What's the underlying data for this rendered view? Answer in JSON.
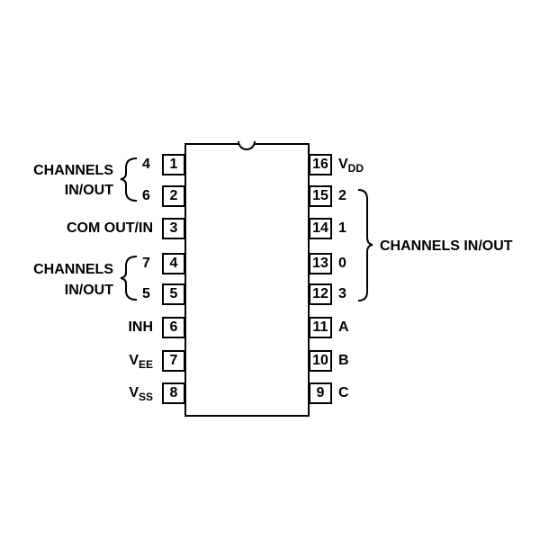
{
  "left_pins": [
    {
      "number": "1",
      "label": "4"
    },
    {
      "number": "2",
      "label": "6"
    },
    {
      "number": "3",
      "label": "COM OUT/IN"
    },
    {
      "number": "4",
      "label": "7"
    },
    {
      "number": "5",
      "label": "5"
    },
    {
      "number": "6",
      "label": "INH"
    },
    {
      "number": "7",
      "label": "V",
      "sub": "EE"
    },
    {
      "number": "8",
      "label": "V",
      "sub": "SS"
    }
  ],
  "right_pins": [
    {
      "number": "16",
      "label": "V",
      "sub": "DD"
    },
    {
      "number": "15",
      "label": "2"
    },
    {
      "number": "14",
      "label": "1"
    },
    {
      "number": "13",
      "label": "0"
    },
    {
      "number": "12",
      "label": "3"
    },
    {
      "number": "11",
      "label": "A"
    },
    {
      "number": "10",
      "label": "B"
    },
    {
      "number": "9",
      "label": "C"
    }
  ],
  "groups": {
    "left_top": {
      "line1": "CHANNELS",
      "line2": "IN/OUT"
    },
    "left_bottom": {
      "line1": "CHANNELS",
      "line2": "IN/OUT"
    },
    "right": {
      "label": "CHANNELS IN/OUT"
    }
  }
}
